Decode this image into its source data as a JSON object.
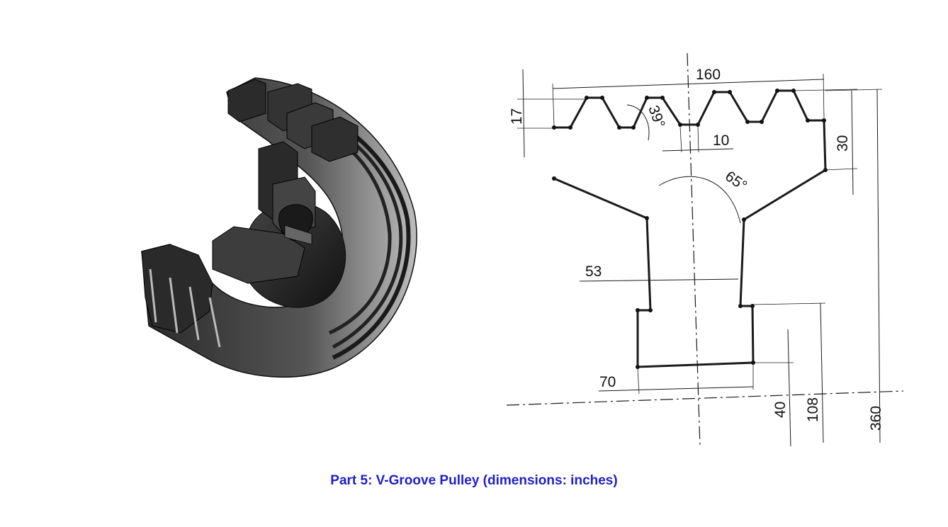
{
  "figure": {
    "caption": "Part 5: V-Groove Pulley (dimensions: inches)",
    "dimensions": {
      "overall_width": "160",
      "groove_depth": "17",
      "groove_angle": "39°",
      "groove_bottom": "10",
      "rim_height": "30",
      "web_angle": "65°",
      "hub_width": "53",
      "base_width": "70",
      "base_height": "40",
      "hub_height": "108",
      "overall_height": "360"
    }
  }
}
